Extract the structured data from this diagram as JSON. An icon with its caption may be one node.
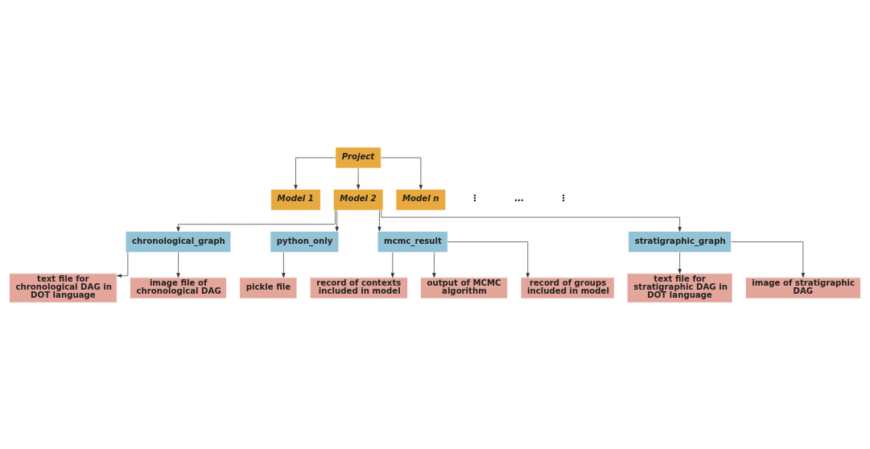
{
  "diagram": {
    "nodes": [
      {
        "text": [
          "Project"
        ]
      },
      {
        "text": [
          "Model 1"
        ]
      },
      {
        "text": [
          "Model 2"
        ]
      },
      {
        "text": [
          "Model n"
        ]
      },
      {
        "text": [
          "chronological_graph"
        ]
      },
      {
        "text": [
          "python_only"
        ]
      },
      {
        "text": [
          "mcmc_result"
        ]
      },
      {
        "text": [
          "stratigraphic_graph"
        ]
      },
      {
        "text": [
          "text file for chronological DAG in DOT language"
        ]
      },
      {
        "text": [
          "image file of chronological DAG"
        ]
      },
      {
        "text": [
          "pickle file"
        ]
      },
      {
        "text": [
          "record of contexts included in model"
        ]
      },
      {
        "text": [
          "output of MCMC algorithm"
        ]
      },
      {
        "text": [
          "record of groups included in model"
        ]
      },
      {
        "text": [
          "text file for stratigraphic DAG in DOT language"
        ]
      },
      {
        "text": [
          "image of stratigraphic DAG"
        ]
      }
    ],
    "edges": [
      {
        "from": 0,
        "to": 1,
        "arrow": "to"
      },
      {
        "from": 0,
        "to": 2,
        "arrow": "to"
      },
      {
        "from": 0,
        "to": 3,
        "arrow": "to"
      },
      {
        "from": 2,
        "to": 4,
        "arrow": "to"
      },
      {
        "from": 2,
        "to": 5,
        "arrow": "to"
      },
      {
        "from": 2,
        "to": 6,
        "arrow": "to"
      },
      {
        "from": 2,
        "to": 7,
        "arrow": "to"
      },
      {
        "from": 4,
        "to": 8,
        "arrow": "to"
      },
      {
        "from": 4,
        "to": 9,
        "arrow": "to"
      },
      {
        "from": 5,
        "to": 10,
        "arrow": "to"
      },
      {
        "from": 6,
        "to": 11,
        "arrow": "to"
      },
      {
        "from": 6,
        "to": 12,
        "arrow": "to"
      },
      {
        "from": 6,
        "to": 13,
        "arrow": "to"
      },
      {
        "from": 7,
        "to": 14,
        "arrow": "to"
      },
      {
        "from": 7,
        "to": 15,
        "arrow": "to"
      }
    ],
    "labels": [
      "⋮",
      "…",
      "⋮"
    ]
  }
}
